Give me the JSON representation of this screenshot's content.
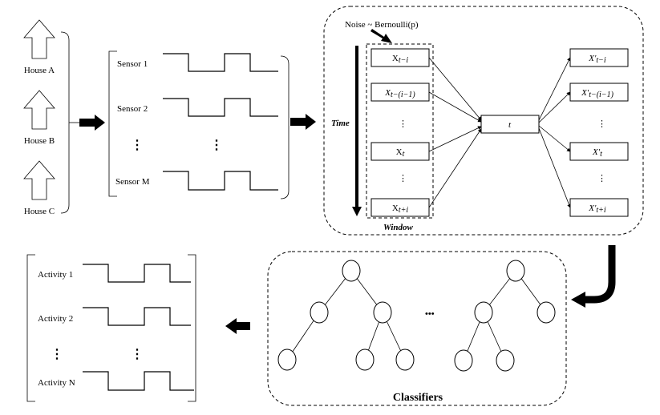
{
  "houses": [
    "House A",
    "House B",
    "House C"
  ],
  "sensors": [
    "Sensor 1",
    "Sensor 2",
    "Sensor M"
  ],
  "noise_label": "Noise ~ Bernoulli(p)",
  "time_label": "Time",
  "window_label": "Window",
  "center_label": "t",
  "window_items": [
    {
      "base": "X",
      "sub": "t−i",
      "italic": false
    },
    {
      "base": "X",
      "sub": "t−(i−1)",
      "italic": true
    },
    {
      "base": "X",
      "sub": "t",
      "italic": false
    },
    {
      "base": "X",
      "sub": "t+i",
      "italic": false
    }
  ],
  "output_items": [
    {
      "base": "X′",
      "sub": "t−i"
    },
    {
      "base": "X′",
      "sub": "t−(i−1)"
    },
    {
      "base": "X′",
      "sub": "t"
    },
    {
      "base": "X′",
      "sub": "t+i"
    }
  ],
  "classifiers_label": "Classifiers",
  "activities": [
    "Activity 1",
    "Activity 2",
    "Activity N"
  ],
  "vertical_ellipsis": "⋮",
  "horizontal_ellipsis": "•••",
  "colors": {
    "stroke": "#000000",
    "background": "#ffffff"
  },
  "icons": [
    "house-icon",
    "block-arrow-right-icon",
    "block-arrow-left-icon",
    "curved-arrow-icon",
    "time-arrow-icon"
  ]
}
